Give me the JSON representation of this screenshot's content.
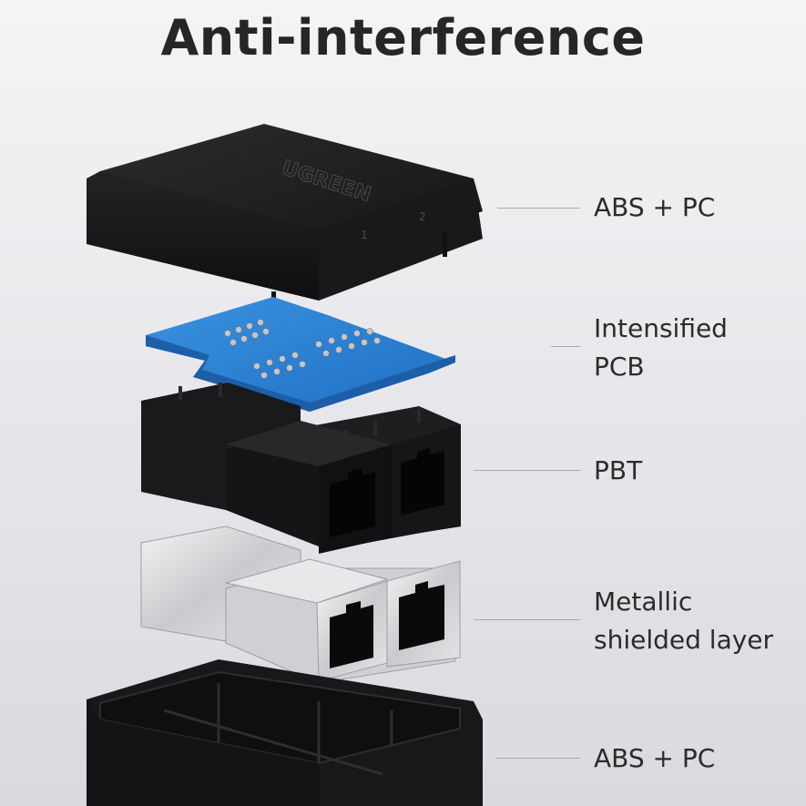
{
  "title": "Anti-interference",
  "brand_logo_text": "UGREEN",
  "port_numbers": [
    "1",
    "2"
  ],
  "layers": [
    {
      "lines": [
        "ABS + PC"
      ]
    },
    {
      "lines": [
        "Intensified",
        "PCB"
      ]
    },
    {
      "lines": [
        "PBT"
      ]
    },
    {
      "lines": [
        "Metallic",
        "shielded layer"
      ]
    },
    {
      "lines": [
        "ABS + PC"
      ]
    }
  ],
  "colors": {
    "title": "#262626",
    "label": "#2b2b2b",
    "pcb": "#2f86d6",
    "housing": "#1c1c1e",
    "metal": "#d9dadd"
  }
}
